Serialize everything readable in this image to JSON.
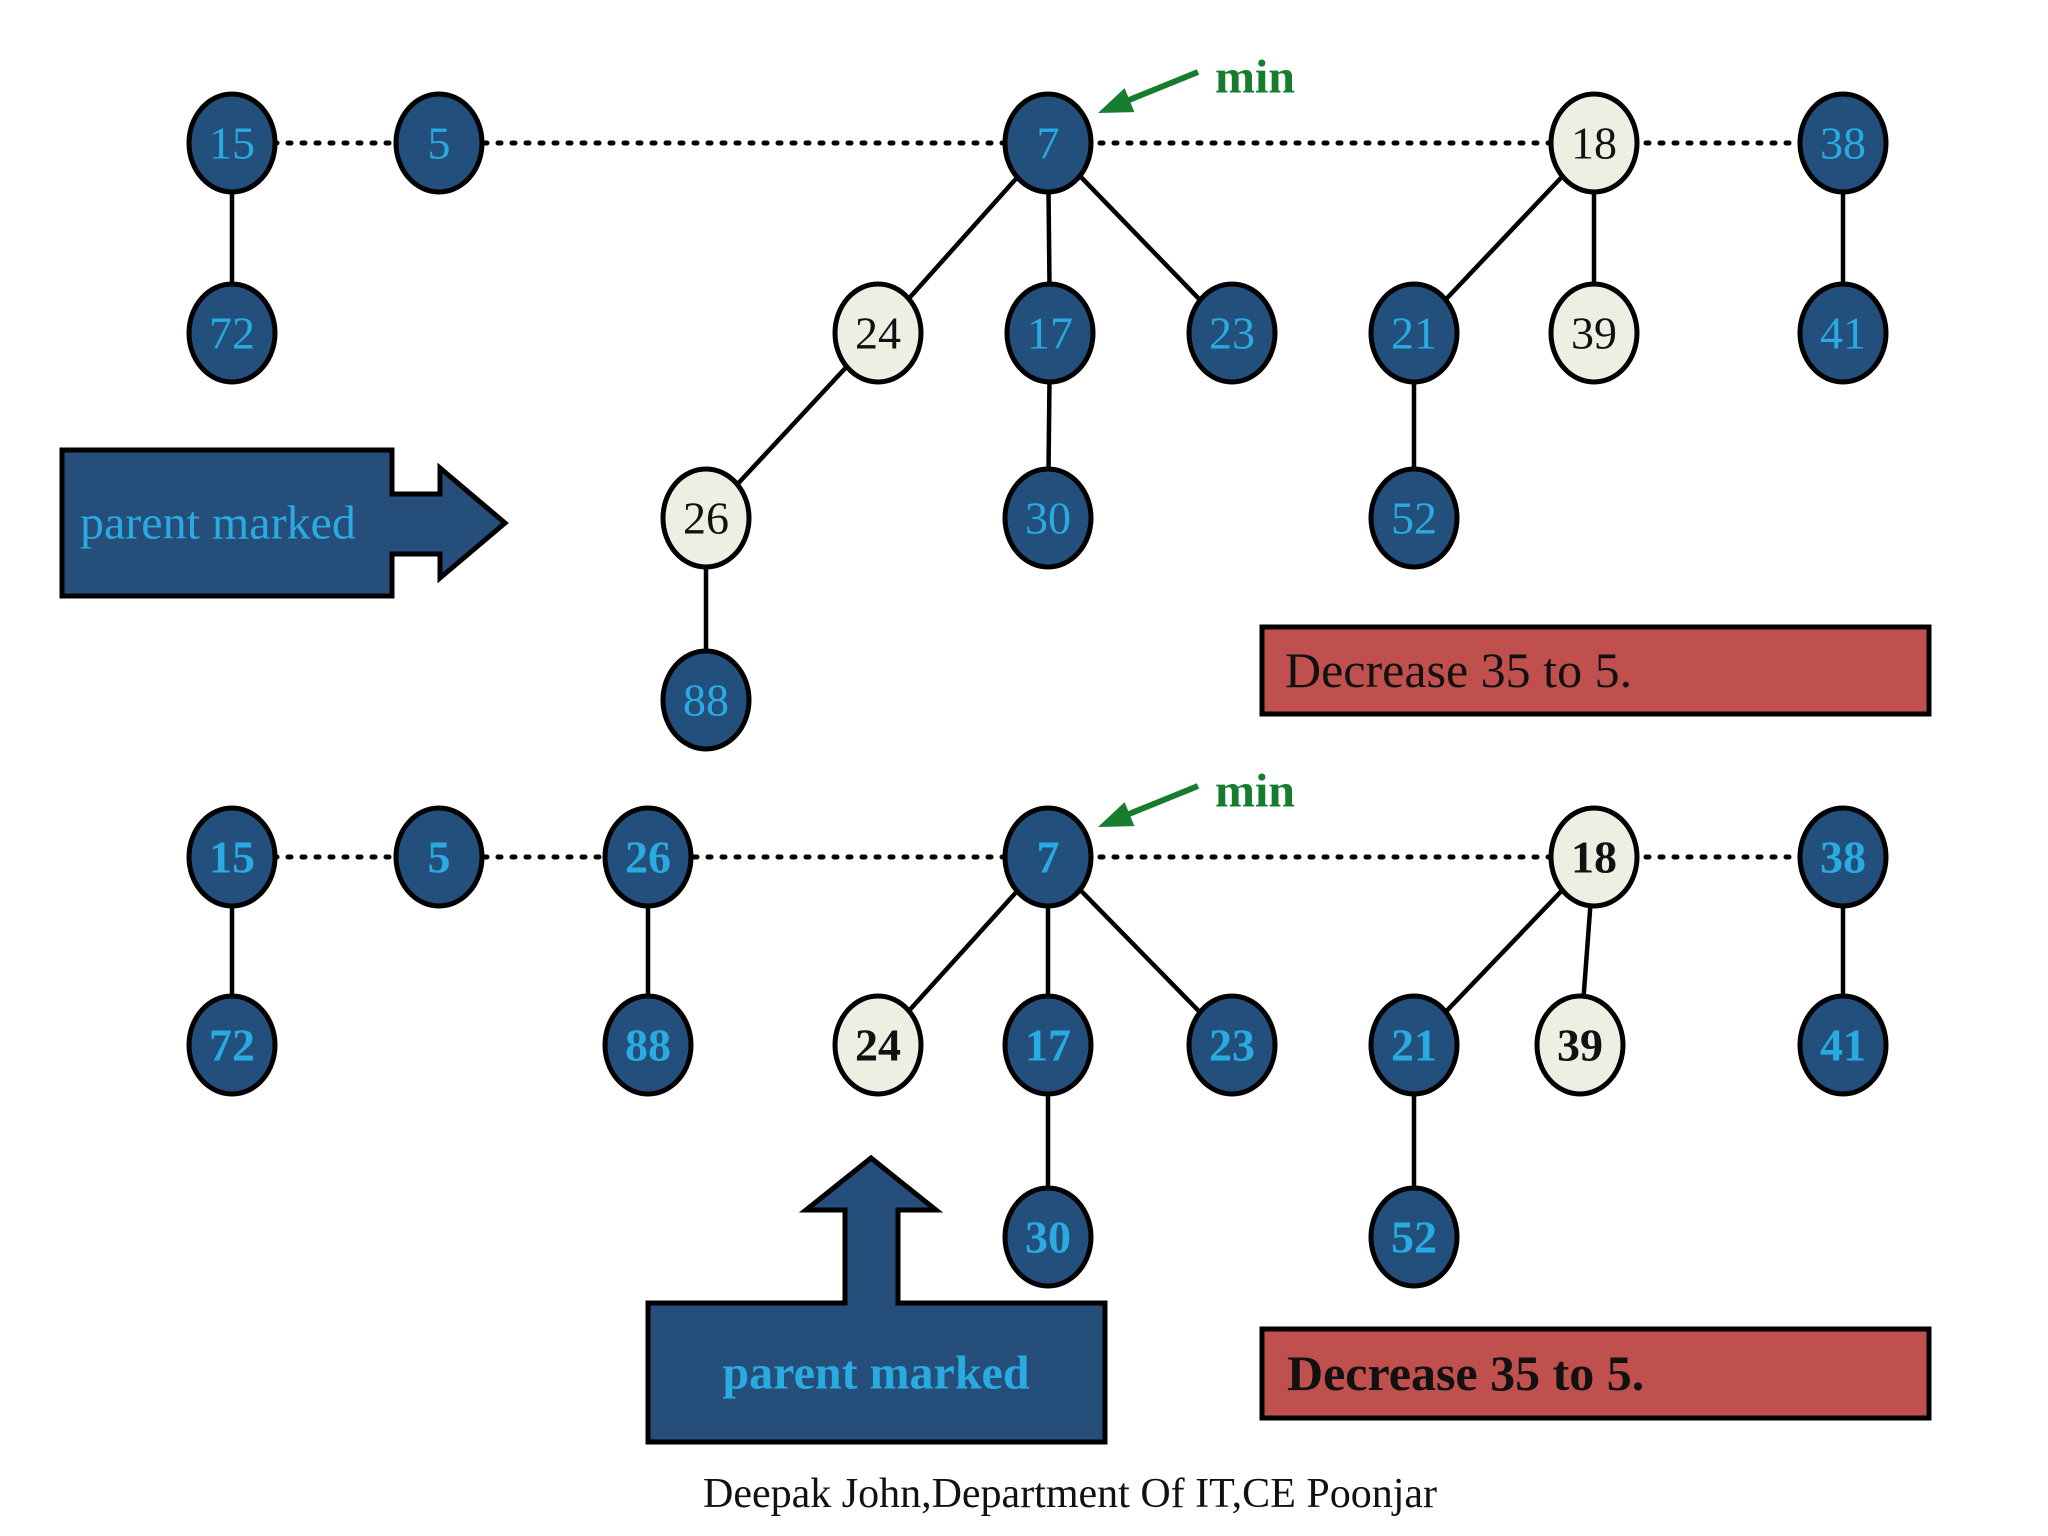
{
  "slide": {
    "topic": "Fibonacci heap decrease-key",
    "background": "#ffffff"
  },
  "colors": {
    "node_fill": "#234F7C",
    "node_marked_fill": "#EFEEE3",
    "node_label": "#29ABE2",
    "node_marked_label": "#111111",
    "edge": "#000000",
    "min_green": "#177D2E",
    "callout_fill": "#254E7B",
    "callout_label": "#29ABE2",
    "note_fill": "#C0504D",
    "note_label": "#111111"
  },
  "heap_before": {
    "min_label": "min",
    "min_points_to": "7",
    "callout_text": "parent marked",
    "instruction_text": "Decrease 35 to 5.",
    "root_list": [
      "15",
      "5",
      "7",
      "18",
      "38"
    ],
    "marked_nodes": [
      "24",
      "26",
      "18",
      "39"
    ],
    "nodes": {
      "n15": "15",
      "n5": "5",
      "n7": "7",
      "n18": "18",
      "n38": "38",
      "n72": "72",
      "n24": "24",
      "n17": "17",
      "n23": "23",
      "n21": "21",
      "n39": "39",
      "n41": "41",
      "n26": "26",
      "n30": "30",
      "n52": "52",
      "n88": "88"
    },
    "edges": [
      [
        "15",
        "72"
      ],
      [
        "7",
        "24"
      ],
      [
        "7",
        "17"
      ],
      [
        "7",
        "23"
      ],
      [
        "24",
        "26"
      ],
      [
        "26",
        "88"
      ],
      [
        "17",
        "30"
      ],
      [
        "18",
        "21"
      ],
      [
        "18",
        "39"
      ],
      [
        "21",
        "52"
      ],
      [
        "38",
        "41"
      ]
    ]
  },
  "heap_after": {
    "min_label": "min",
    "min_points_to": "7",
    "callout_text": "parent marked",
    "callout_points_to": "24",
    "instruction_text": "Decrease 35 to 5.",
    "root_list": [
      "15",
      "5",
      "26",
      "7",
      "18",
      "38"
    ],
    "marked_nodes": [
      "24",
      "18",
      "39"
    ],
    "nodes": {
      "n15": "15",
      "n5": "5",
      "n26": "26",
      "n7": "7",
      "n18": "18",
      "n38": "38",
      "n72": "72",
      "n88": "88",
      "n24": "24",
      "n17": "17",
      "n23": "23",
      "n21": "21",
      "n39": "39",
      "n41": "41",
      "n30": "30",
      "n52": "52"
    },
    "edges": [
      [
        "15",
        "72"
      ],
      [
        "26",
        "88"
      ],
      [
        "7",
        "24"
      ],
      [
        "7",
        "17"
      ],
      [
        "7",
        "23"
      ],
      [
        "17",
        "30"
      ],
      [
        "18",
        "21"
      ],
      [
        "18",
        "39"
      ],
      [
        "21",
        "52"
      ],
      [
        "38",
        "41"
      ]
    ]
  },
  "footer": {
    "text": "Deepak John,Department Of IT,CE Poonjar"
  }
}
